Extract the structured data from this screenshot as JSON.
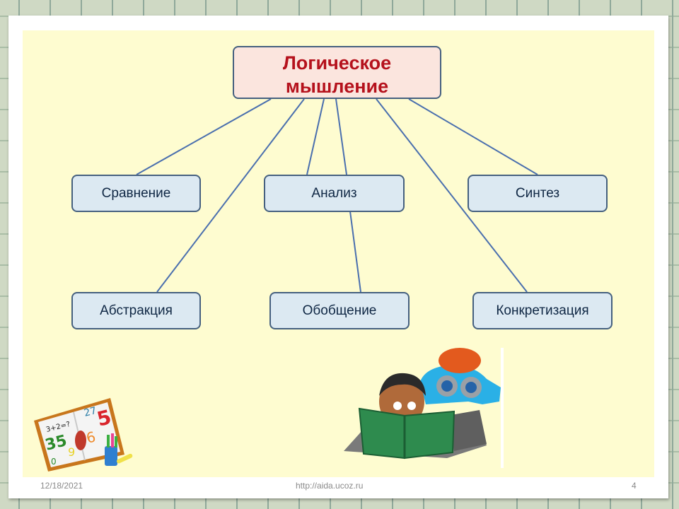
{
  "slide": {
    "number": "4",
    "date": "12/18/2021",
    "url": "http://aida.ucoz.ru"
  },
  "diagram": {
    "root": {
      "line1": "Логическое",
      "line2": "мышление"
    },
    "nodes": [
      {
        "label": "Сравнение"
      },
      {
        "label": "Анализ"
      },
      {
        "label": "Синтез"
      },
      {
        "label": "Абстракция"
      },
      {
        "label": "Обобщение"
      },
      {
        "label": "Конкретизация"
      }
    ]
  },
  "images": {
    "math_book": "math-book-clipart",
    "kids": "kids-reading-binoculars-clipart"
  },
  "colors": {
    "root_text": "#b5111c",
    "root_fill": "#fbe5de",
    "node_fill": "#dce9f2",
    "border": "#45607f",
    "panel": "#fefcd0"
  }
}
